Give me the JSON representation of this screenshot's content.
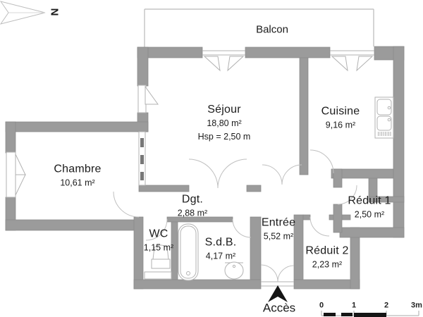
{
  "plan": {
    "north_label": "N",
    "balcony_label": "Balcon",
    "access_label": "Accès",
    "rooms": [
      {
        "id": "sejour",
        "name": "Séjour",
        "area": "18,80 m²",
        "ceiling_height": "Hsp = 2,50 m"
      },
      {
        "id": "cuisine",
        "name": "Cuisine",
        "area": "9,16 m²"
      },
      {
        "id": "chambre",
        "name": "Chambre",
        "area": "10,61 m²"
      },
      {
        "id": "dgt",
        "name": "Dgt.",
        "area": "2,88 m²"
      },
      {
        "id": "wc",
        "name": "WC",
        "area": "1,15 m²"
      },
      {
        "id": "sdb",
        "name": "S.d.B.",
        "area": "4,17 m²"
      },
      {
        "id": "entree",
        "name": "Entrée",
        "area": "5,52 m²"
      },
      {
        "id": "reduit1",
        "name": "Réduit 1",
        "area": "2,50 m²"
      },
      {
        "id": "reduit2",
        "name": "Réduit 2",
        "area": "2,23 m²"
      }
    ],
    "scale_bar": {
      "labels": [
        "0",
        "1",
        "2",
        "3m"
      ]
    },
    "colors": {
      "wall": "#9b9b9b",
      "thin_line": "#b2b2b2",
      "dash": "#777777",
      "text": "#1b1b1b",
      "access_arrow": "#151515"
    }
  }
}
